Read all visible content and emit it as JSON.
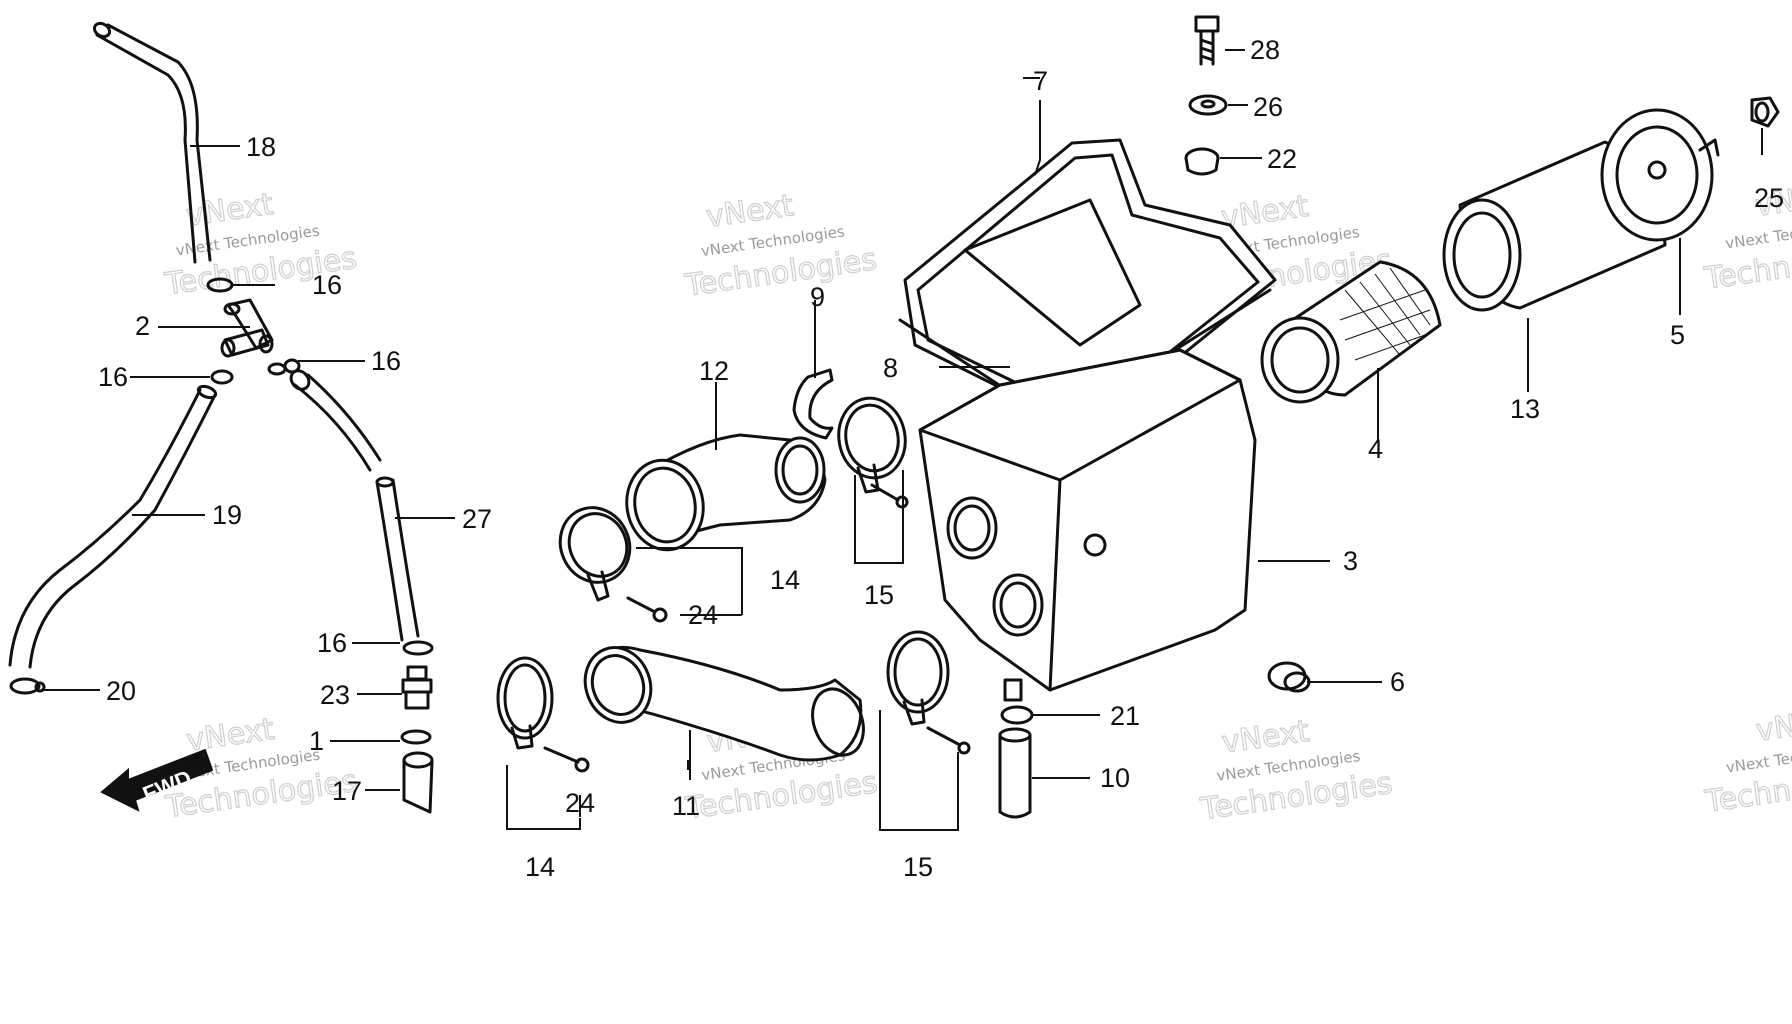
{
  "watermark": {
    "line1": "vNext",
    "line2": "vNext Technologies",
    "line3": "Technologies"
  },
  "fwd_label": "FWD",
  "callouts": {
    "c1": "1",
    "c2": "2",
    "c3": "3",
    "c4": "4",
    "c5": "5",
    "c6": "6",
    "c7": "7",
    "c8": "8",
    "c9": "9",
    "c10": "10",
    "c11": "11",
    "c12": "12",
    "c13": "13",
    "c14a": "14",
    "c14b": "14",
    "c15a": "15",
    "c15b": "15",
    "c16a": "16",
    "c16b": "16",
    "c16c": "16",
    "c16d": "16",
    "c17": "17",
    "c18": "18",
    "c19": "19",
    "c20": "20",
    "c21": "21",
    "c22": "22",
    "c23": "23",
    "c24a": "24",
    "c24b": "24",
    "c25": "25",
    "c26": "26",
    "c27": "27",
    "c28": "28"
  }
}
